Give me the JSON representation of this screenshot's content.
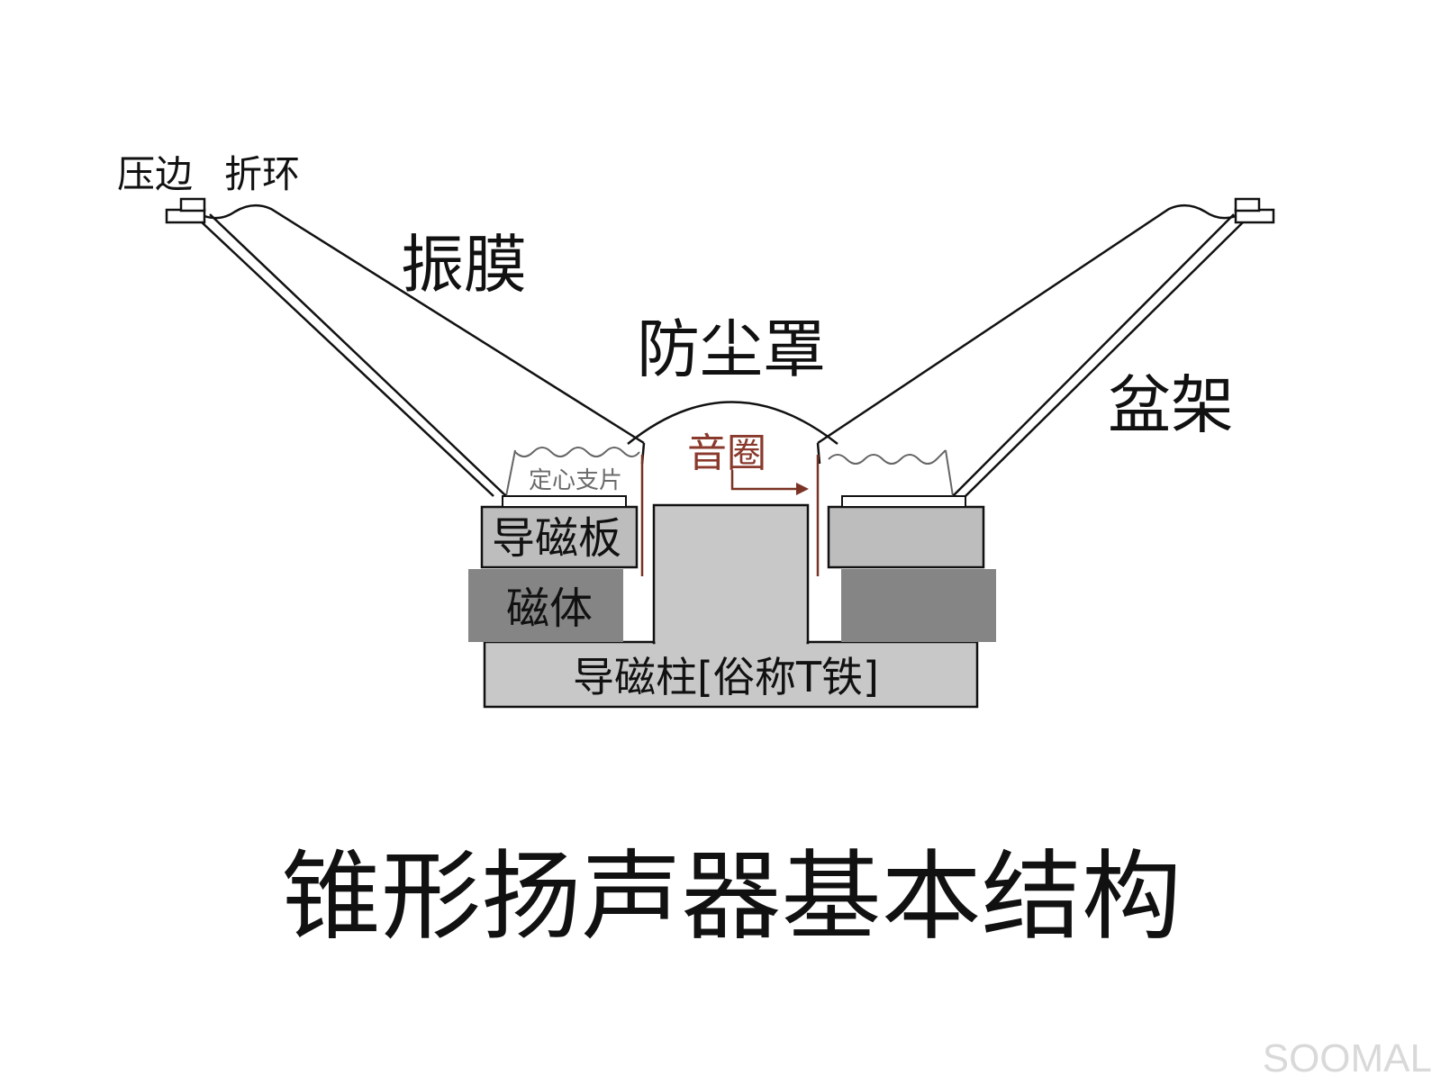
{
  "labels": {
    "surround_edge": "压边",
    "surround_roll": "折环",
    "diaphragm": "振膜",
    "dust_cap": "防尘罩",
    "basket": "盆架",
    "voice_coil": "音圈",
    "spider": "定心支片",
    "top_plate": "导磁板",
    "magnet": "磁体",
    "pole_piece": "导磁柱[俗称T铁]"
  },
  "title": "锥形扬声器基本结构",
  "watermark": "SOOMAL",
  "colors": {
    "outline": "#111111",
    "plate_fill": "#bdbdbd",
    "magnet_fill": "#858585",
    "pole_fill": "#c8c8c8",
    "voice_coil": "#7a3324",
    "spider_line": "#666666"
  }
}
